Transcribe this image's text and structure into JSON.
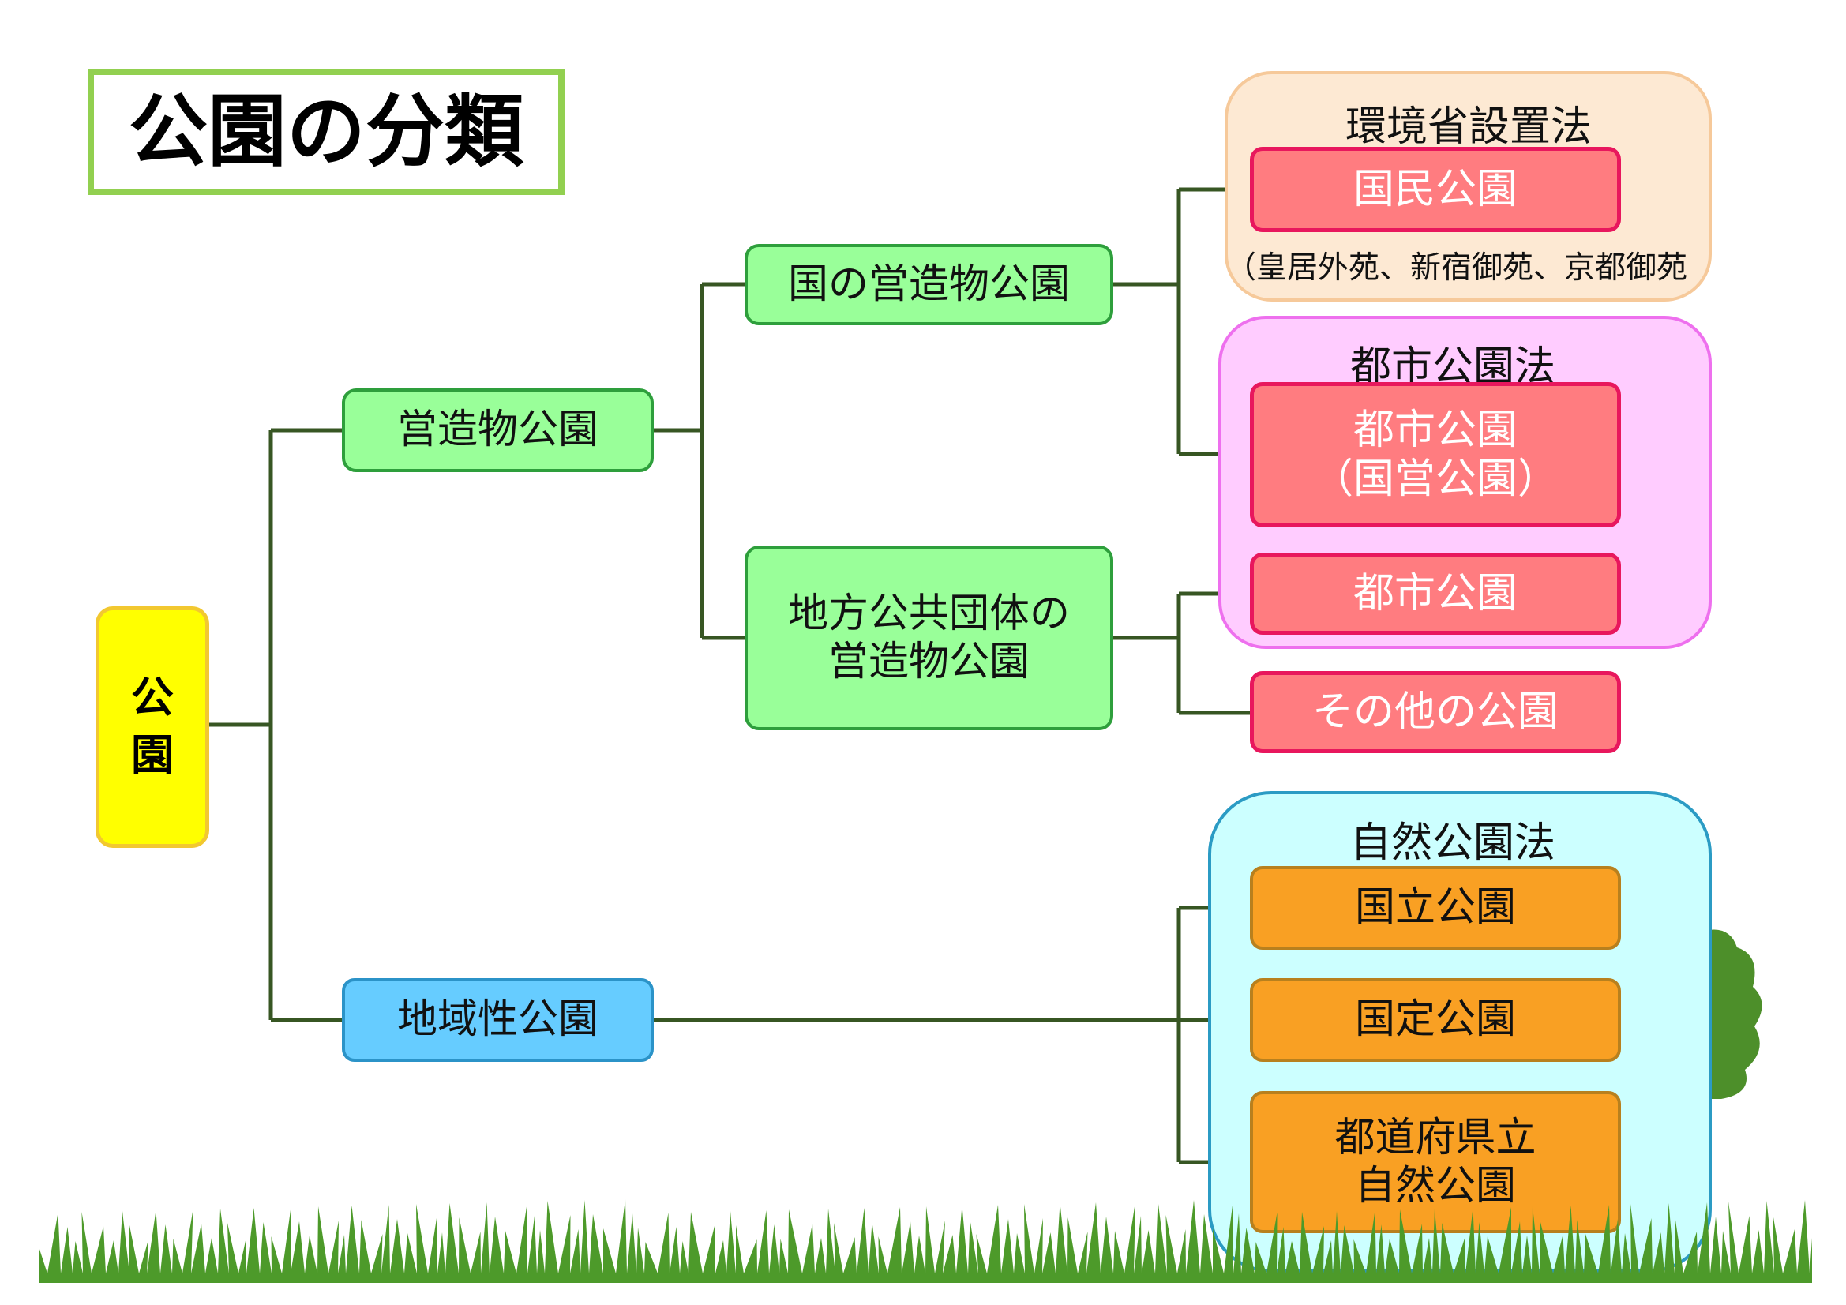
{
  "title": "公園の分類",
  "root": "公\n園",
  "nodes": {
    "eizobutsu": "営造物公園",
    "chiikisei": "地域性公園",
    "kuni_eizobutsu": "国の営造物公園",
    "chiho_eizobutsu": "地方公共団体の\n営造物公園",
    "kokumin": "国民公園",
    "toshi_kokuei": "都市公園\n（国営公園）",
    "toshi": "都市公園",
    "sonota": "その他の公園",
    "kokuritsu": "国立公園",
    "kokutei": "国定公園",
    "todofuken": "都道府県立\n自然公園"
  },
  "groups": {
    "env_law": "環境省設置法",
    "env_note": "（皇居外苑、新宿御苑、京都御苑",
    "city_law": "都市公園法",
    "nature_law": "自然公園法"
  },
  "colors": {
    "title_border": "#92d050",
    "root_fill": "#ffff00",
    "green_fill": "#99ff99",
    "blue_fill": "#66ccff",
    "red_fill": "#ff7c80",
    "orange_fill": "#f9a023",
    "connector": "#375623",
    "grass": "#4d9a2a"
  }
}
